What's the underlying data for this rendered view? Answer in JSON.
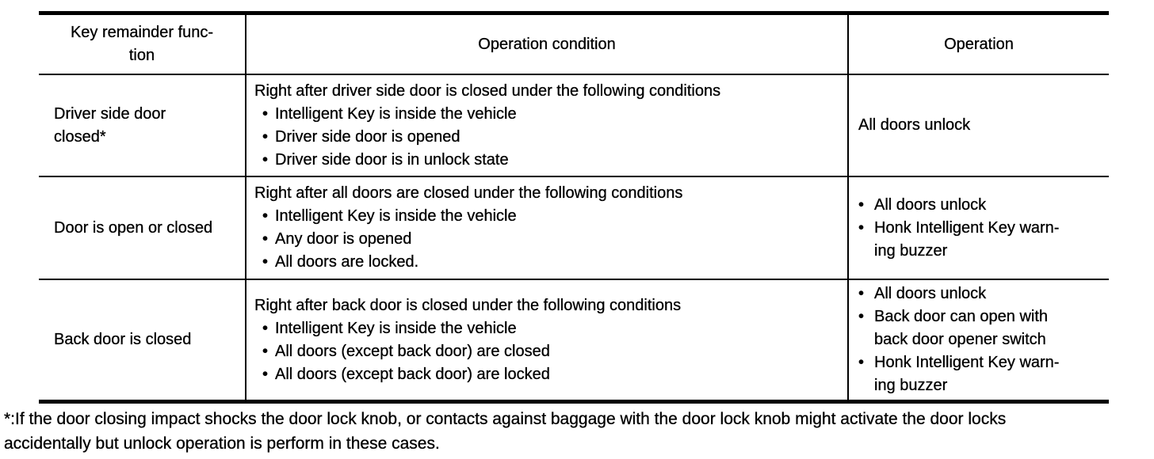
{
  "ui": {
    "bullet": "•"
  },
  "colors": {
    "text": "#000000",
    "background": "#ffffff"
  },
  "table": {
    "headers": {
      "function": "Key remainder func-\ntion",
      "condition": "Operation condition",
      "operation": "Operation"
    },
    "rows": [
      {
        "function": "Driver side door\nclosed*",
        "condition_intro": "Right after driver side door is closed under the following conditions",
        "condition_items": [
          "Intelligent Key is inside the vehicle",
          "Driver side door is opened",
          "Driver side door is in unlock state"
        ],
        "operation_text": "All doors unlock"
      },
      {
        "function": "Door is open or closed",
        "condition_intro": "Right after all doors are closed under the following conditions",
        "condition_items": [
          "Intelligent Key is inside the vehicle",
          "Any door is opened",
          "All doors are locked."
        ],
        "operation_items": [
          "All doors unlock",
          "Honk Intelligent Key warn-\ning buzzer"
        ]
      },
      {
        "function": "Back door is closed",
        "condition_intro": "Right after back door is closed under the following conditions",
        "condition_items": [
          "Intelligent Key is inside the vehicle",
          "All doors (except back door) are closed",
          "All doors (except back door) are locked"
        ],
        "operation_items": [
          "All doors unlock",
          "Back door can open with\nback door opener switch",
          "Honk Intelligent Key warn-\ning buzzer"
        ]
      }
    ]
  },
  "footnote": "*:If the door closing impact shocks the door lock knob, or contacts against baggage with the door lock knob might activate the door locks\naccidentally but unlock operation is perform in these cases."
}
